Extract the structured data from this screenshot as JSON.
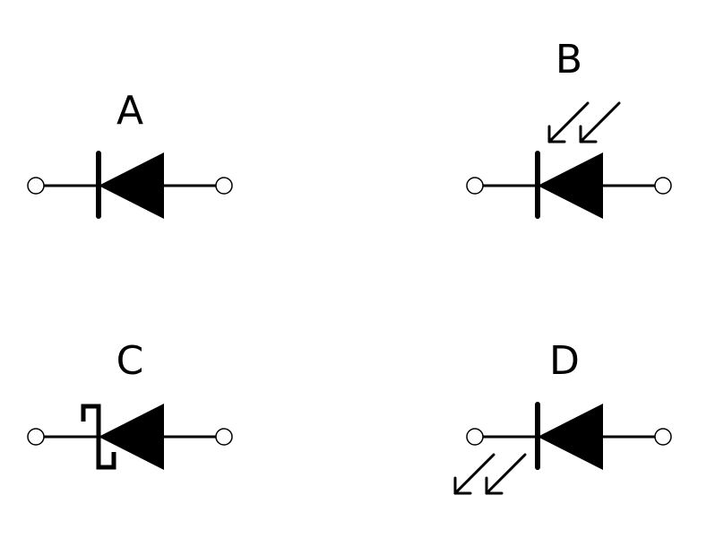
{
  "symbols": [
    {
      "label": "A",
      "type": "diode"
    },
    {
      "label": "B",
      "type": "photodiode"
    },
    {
      "label": "C",
      "type": "schottky-diode"
    },
    {
      "label": "D",
      "type": "led"
    }
  ],
  "colors": {
    "line": "#000000",
    "background": "#ffffff"
  }
}
